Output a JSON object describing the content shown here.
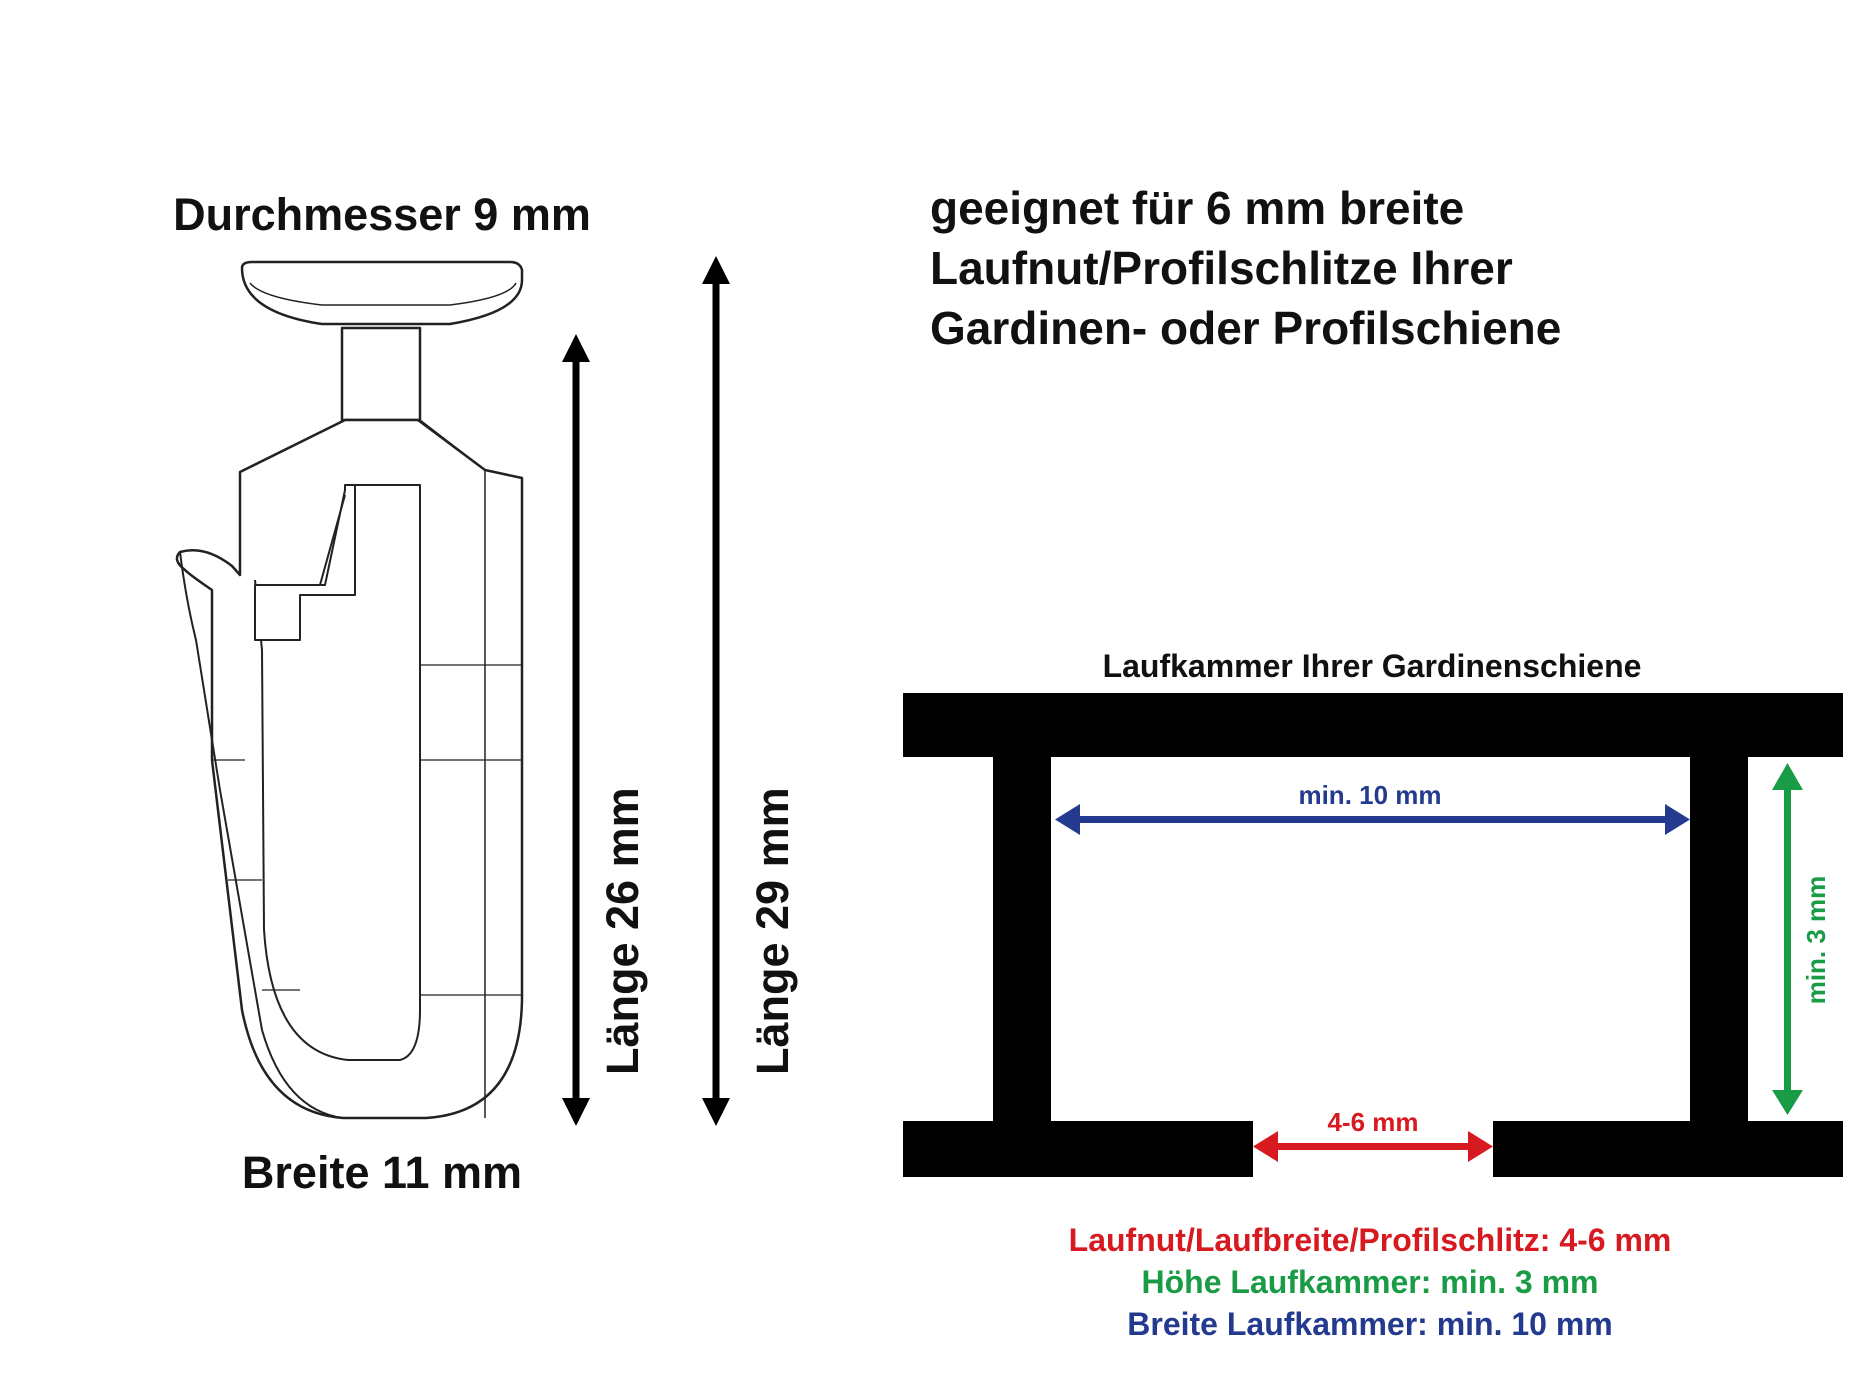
{
  "hook": {
    "diameter_label": "Durchmesser 9 mm",
    "width_label": "Breite 11 mm",
    "length_26_label": "Länge 26 mm",
    "length_29_label": "Länge 29 mm"
  },
  "description": {
    "lines": [
      "geeignet für 6 mm breite",
      "Laufnut/Profilschlitze Ihrer",
      "Gardinen- oder Profilschiene"
    ]
  },
  "chamber": {
    "title": "Laufkammer Ihrer Gardinenschiene",
    "width_label": "min. 10 mm",
    "height_label": "min. 3 mm",
    "slot_label": "4-6 mm"
  },
  "summary": {
    "slot": "Laufnut/Laufbreite/Profilschlitz: 4-6 mm",
    "height": "Höhe Laufkammer: min. 3 mm",
    "width": "Breite Laufkammer: min. 10 mm"
  },
  "colors": {
    "slot": "#d71920",
    "height": "#1a9b46",
    "width": "#243a8e",
    "structure": "#000000"
  }
}
